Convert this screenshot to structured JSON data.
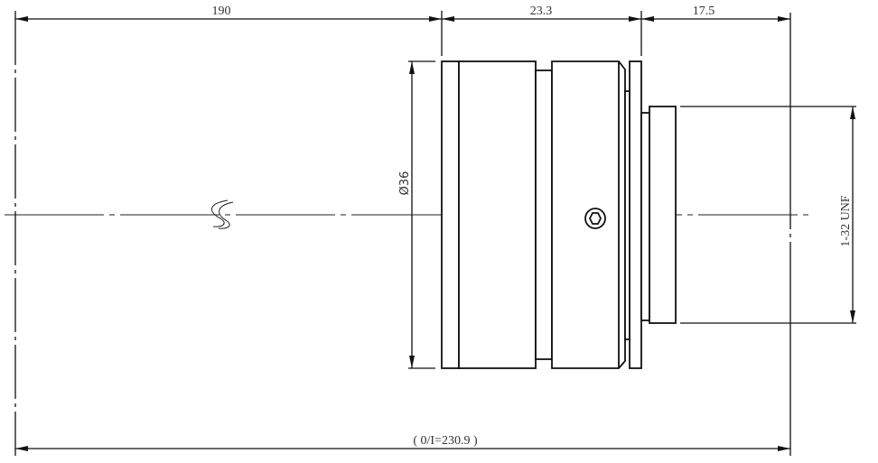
{
  "drawing": {
    "dimensions": {
      "length_left": "190",
      "length_mid": "23.3",
      "length_right": "17.5",
      "total_length": "( 0/I=230.9 )",
      "diameter": "Ø36",
      "thread": "1-32 UNF"
    },
    "colors": {
      "line": "#111111",
      "background": "#ffffff"
    }
  }
}
